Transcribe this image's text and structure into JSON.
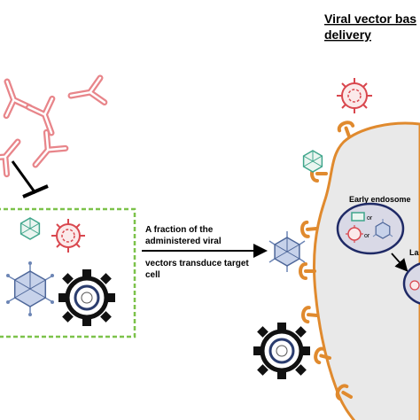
{
  "header": {
    "title_line1": "Viral vector bas",
    "title_line2": "delivery"
  },
  "arrow_caption": {
    "line1": "A fraction of the",
    "line2": "administered   viral",
    "line3": "vectors transduce target",
    "line4": "cell"
  },
  "cell": {
    "early_endosome_label": "Early endosome",
    "late_label": "La",
    "or_symbol": "or"
  },
  "colors": {
    "antibody": "#e8858a",
    "inhibition": "#000000",
    "box_border": "#7cc24a",
    "aav_green": "#3fa58b",
    "adenovirus_blue": "#6c85b5",
    "red_virus": "#d9474e",
    "dark_virus": "#111111",
    "cell_fill": "#e9e9e9",
    "cell_border": "#e08a2e",
    "receptor": "#e08a2e",
    "endosome_fill": "#d9d9e6",
    "endosome_border": "#1f2a66"
  },
  "icons": [
    "antibody-icon",
    "inhibition-symbol-icon",
    "aav-capsid-icon",
    "enveloped-virus-icon",
    "adenovirus-icon",
    "lentivirus-icon",
    "receptor-icon"
  ]
}
